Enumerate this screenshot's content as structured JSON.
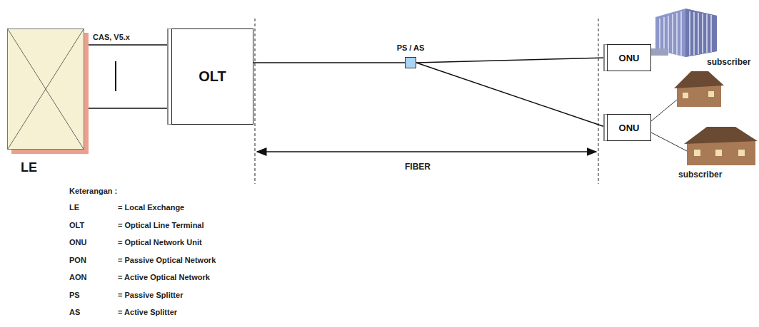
{
  "diagram": {
    "nodes": [
      {
        "text": [
          "LE"
        ]
      },
      {
        "text": [
          "OLT"
        ]
      },
      {
        "text": [
          "PS / AS"
        ]
      },
      {
        "text": [
          "ONU"
        ]
      },
      {
        "text": [
          "ONU"
        ]
      }
    ],
    "edges": [
      {
        "from": 0,
        "to": 1,
        "arrow": "none",
        "label": "CAS, V5.x"
      },
      {
        "from": 1,
        "to": 2,
        "arrow": "none"
      },
      {
        "from": 2,
        "to": 3,
        "arrow": "none"
      },
      {
        "from": 2,
        "to": 4,
        "arrow": "none"
      }
    ],
    "labels": [
      "subscriber",
      "subscriber",
      "FIBER",
      "Keterangan :",
      "LE",
      "= Local Exchange",
      "OLT",
      "= Optical Line Terminal",
      "ONU",
      "= Optical Network Unit",
      "PON",
      "= Passive Optical Network",
      "AON",
      "= Active Optical Network",
      "PS",
      "= Passive Splitter",
      "AS",
      "= Active Splitter"
    ]
  }
}
